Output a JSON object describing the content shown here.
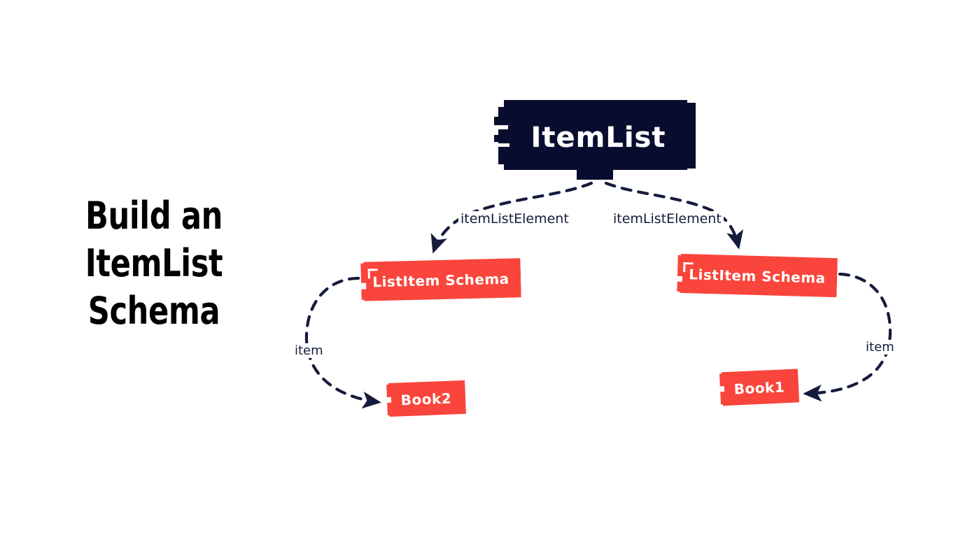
{
  "page": {
    "background_color": "#ffffff",
    "heading_lines": [
      "Build an",
      "ItemList",
      "Schema"
    ],
    "heading_color": "#000000"
  },
  "colors": {
    "root_node": "#080C2E",
    "child_node": "#F9453C",
    "node_text": "#ffffff",
    "edge_stroke": "#151B3D",
    "edge_label_text": "#151B3D",
    "canvas": "#ffffff"
  },
  "diagram": {
    "type": "node-link-graph",
    "style": "hand-drawn sketch, dashed curved edges, arrowheads",
    "nodes": [
      {
        "id": "itemlist",
        "label": "ItemList",
        "kind": "root",
        "color": "#080C2E"
      },
      {
        "id": "listitem-left",
        "label": "ListItem Schema",
        "kind": "child",
        "color": "#F9453C"
      },
      {
        "id": "listitem-right",
        "label": "ListItem Schema",
        "kind": "child",
        "color": "#F9453C"
      },
      {
        "id": "book2",
        "label": "Book2",
        "kind": "leaf",
        "color": "#F9453C"
      },
      {
        "id": "book1",
        "label": "Book1",
        "kind": "leaf",
        "color": "#F9453C"
      }
    ],
    "edges": [
      {
        "id": "e1",
        "from": "itemlist",
        "to": "listitem-left",
        "label": "itemListElement"
      },
      {
        "id": "e2",
        "from": "itemlist",
        "to": "listitem-right",
        "label": "itemListElement"
      },
      {
        "id": "e3",
        "from": "listitem-left",
        "to": "book2",
        "label": "item"
      },
      {
        "id": "e4",
        "from": "listitem-right",
        "to": "book1",
        "label": "item"
      }
    ]
  }
}
